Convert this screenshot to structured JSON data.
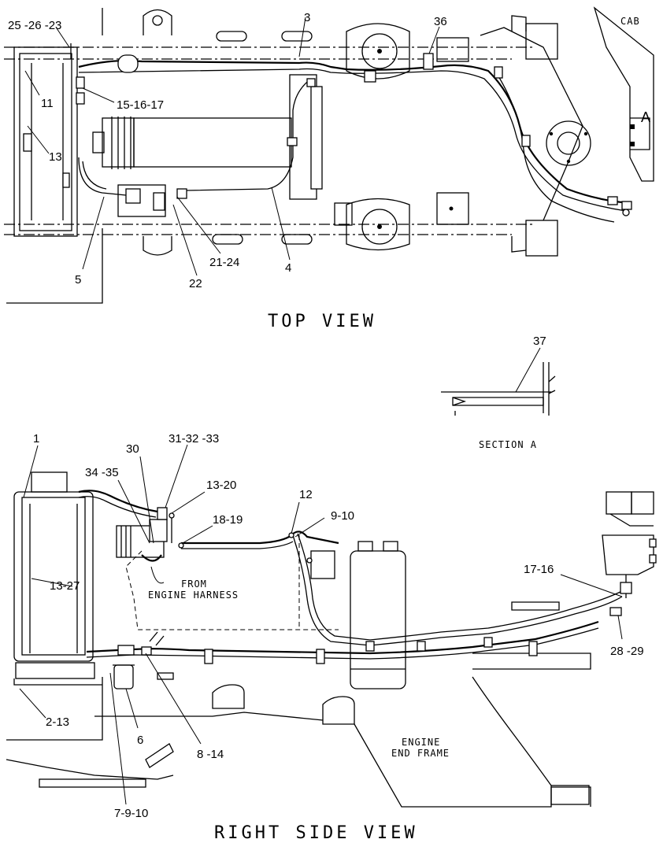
{
  "views": {
    "top": "TOP VIEW",
    "side": "RIGHT SIDE VIEW",
    "section": "SECTION A"
  },
  "notes": {
    "cab": "CAB",
    "section_marker": "A",
    "from_engine_harness_line1": "FROM",
    "from_engine_harness_line2": "ENGINE HARNESS",
    "engine_end_frame_line1": "ENGINE",
    "engine_end_frame_line2": "END FRAME"
  },
  "callouts": {
    "top": [
      "25 -26 -23",
      "11",
      "13",
      "15-16-17",
      "3",
      "36",
      "5",
      "22",
      "21-24",
      "4"
    ],
    "section": [
      "37"
    ],
    "side": [
      "1",
      "30",
      "31-32 -33",
      "34 -35",
      "13-20",
      "12",
      "9-10",
      "18-19",
      "13-27",
      "17-16",
      "28 -29",
      "2-13",
      "6",
      "8 -14",
      "7-9-10"
    ]
  }
}
